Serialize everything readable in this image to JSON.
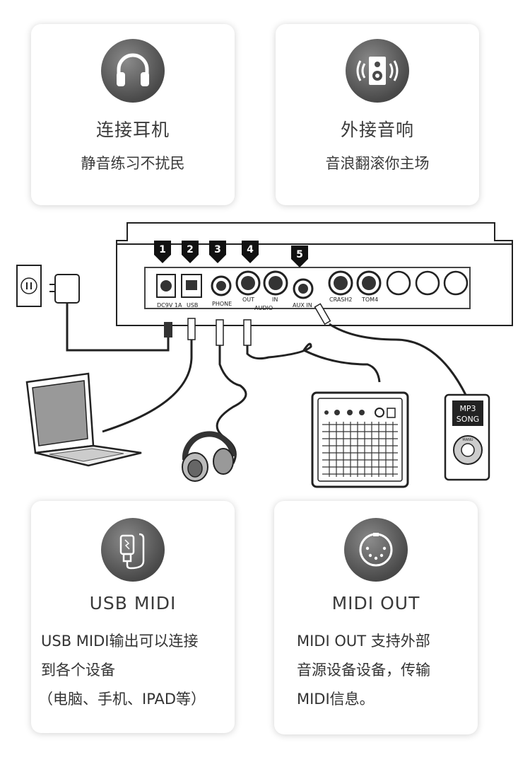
{
  "cards": {
    "headphones": {
      "icon": "headphones-icon",
      "title": "连接耳机",
      "subtitle": "静音练习不扰民"
    },
    "speaker": {
      "icon": "speaker-icon",
      "title": "外接音响",
      "subtitle": "音浪翻滚你主场"
    },
    "usb_midi": {
      "icon": "usb-plug-icon",
      "title": "USB MIDI",
      "body": [
        "USB MIDI输出可以连接",
        "到各个设备",
        "（电脑、手机、IPAD等）"
      ]
    },
    "midi_out": {
      "icon": "midi-din-icon",
      "title": "MIDI OUT",
      "body": [
        "MIDI OUT 支持外部",
        "音源设备设备，传输",
        "MIDI信息。"
      ]
    }
  },
  "diagram": {
    "markers": [
      "1",
      "2",
      "3",
      "4",
      "5"
    ],
    "ports": {
      "dc": "DC9V 1A",
      "usb": "USB",
      "phone": "PHONE",
      "out": "OUT",
      "in": "IN",
      "audio": "AUDIO",
      "aux_in": "AUX IN",
      "crash2": "CRASH2",
      "tom4": "TOM4"
    },
    "mp3": {
      "screen_line1": "MP3",
      "screen_line2": "SONG",
      "menu_label": "MANU"
    }
  },
  "colors": {
    "icon_bg": "#4a4a4a",
    "text": "#3a3a3a",
    "card_bg": "#ffffff"
  }
}
